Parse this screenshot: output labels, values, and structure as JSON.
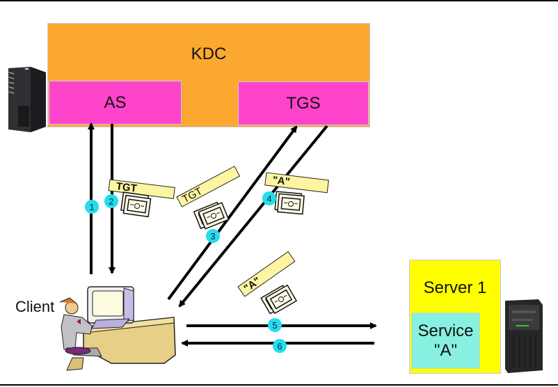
{
  "diagram": {
    "title": "Kerberos authentication flow",
    "kdc": {
      "label": "KDC",
      "color": "#fba830"
    },
    "as": {
      "label": "AS",
      "color": "#ff44cc"
    },
    "tgs": {
      "label": "TGS",
      "color": "#ff44cc"
    },
    "server": {
      "label": "Server 1",
      "color": "#ffff00"
    },
    "service": {
      "label_line1": "Service",
      "label_line2": "\"A\"",
      "color": "#88f0e0"
    },
    "client": {
      "label": "Client"
    },
    "tickets": [
      {
        "label": "TGT",
        "step": "2"
      },
      {
        "label": "TGT",
        "step": "3"
      },
      {
        "label": "\"A\"",
        "step": "4"
      },
      {
        "label": "\"A\"",
        "step": "5"
      }
    ],
    "steps": [
      {
        "number": "1",
        "from": "Client",
        "to": "AS"
      },
      {
        "number": "2",
        "from": "AS",
        "to": "Client"
      },
      {
        "number": "3",
        "from": "Client",
        "to": "TGS"
      },
      {
        "number": "4",
        "from": "TGS",
        "to": "Client"
      },
      {
        "number": "5",
        "from": "Client",
        "to": "Server 1"
      },
      {
        "number": "6",
        "from": "Server 1",
        "to": "Client"
      }
    ],
    "step_badge_color": "#22ddee",
    "icons": [
      "kdc-server-tower-icon",
      "client-person-at-computer-icon",
      "server-1-tower-icon",
      "ticket-icon"
    ]
  }
}
